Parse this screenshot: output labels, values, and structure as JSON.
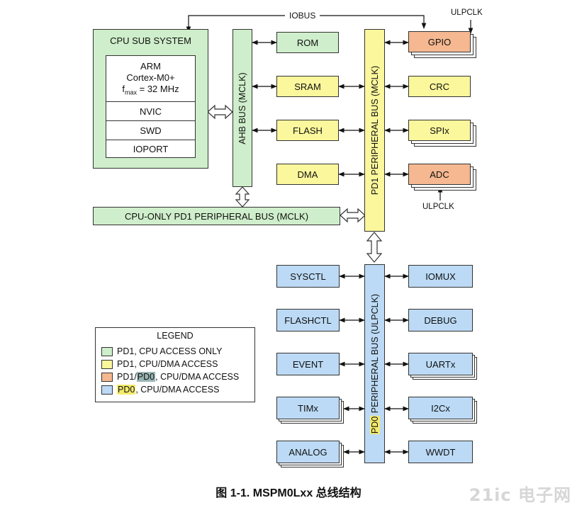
{
  "bus_labels": {
    "iobus": "IOBUS",
    "ahb": "AHB BUS (MCLK)",
    "pd1": "PD1 PERIPHERAL BUS (MCLK)",
    "cpu_only": "CPU-ONLY  PD1 PERIPHERAL BUS (MCLK)",
    "pd0_prefix": "PD0",
    "pd0_rest": " PERIPHERAL BUS (ULPCLK)"
  },
  "clock_labels": {
    "gpio_ulpclk": "ULPCLK",
    "adc_ulpclk": "ULPCLK"
  },
  "cpu": {
    "title": "CPU SUB SYSTEM",
    "arm": "ARM",
    "core": "Cortex-M0+",
    "fmax_f": "f",
    "fmax_sub": "max",
    "fmax_value": " = 32 MHz",
    "nvic": "NVIC",
    "swd": "SWD",
    "ioport": "IOPORT"
  },
  "ahb_blocks": {
    "rom": "ROM",
    "sram": "SRAM",
    "flash": "FLASH",
    "dma": "DMA"
  },
  "pd1_blocks": {
    "gpio": "GPIO",
    "crc": "CRC",
    "spi": "SPIx",
    "adc": "ADC"
  },
  "pd0_left": {
    "sysctl": "SYSCTL",
    "flashctl": "FLASHCTL",
    "event": "EVENT",
    "tim": "TIMx",
    "analog": "ANALOG"
  },
  "pd0_right": {
    "iomux": "IOMUX",
    "debug": "DEBUG",
    "uart": "UARTx",
    "i2c": "I2Cx",
    "wwdt": "WWDT"
  },
  "legend": {
    "title": "LEGEND",
    "item1": "PD1, CPU ACCESS ONLY",
    "item2": "PD1, CPU/DMA ACCESS",
    "item3_a": "PD1/",
    "item3_b": "PD0",
    "item3_c": ", CPU/DMA ACCESS",
    "item4_a": "PD0",
    "item4_b": ", CPU/DMA ACCESS"
  },
  "caption": "图 1-1. MSPM0Lxx 总线结构",
  "watermark": "21ic 电子网",
  "colors": {
    "green": "#cfeecb",
    "yellow": "#fbf79c",
    "orange": "#f5b891",
    "blue": "#bcdaf5"
  }
}
